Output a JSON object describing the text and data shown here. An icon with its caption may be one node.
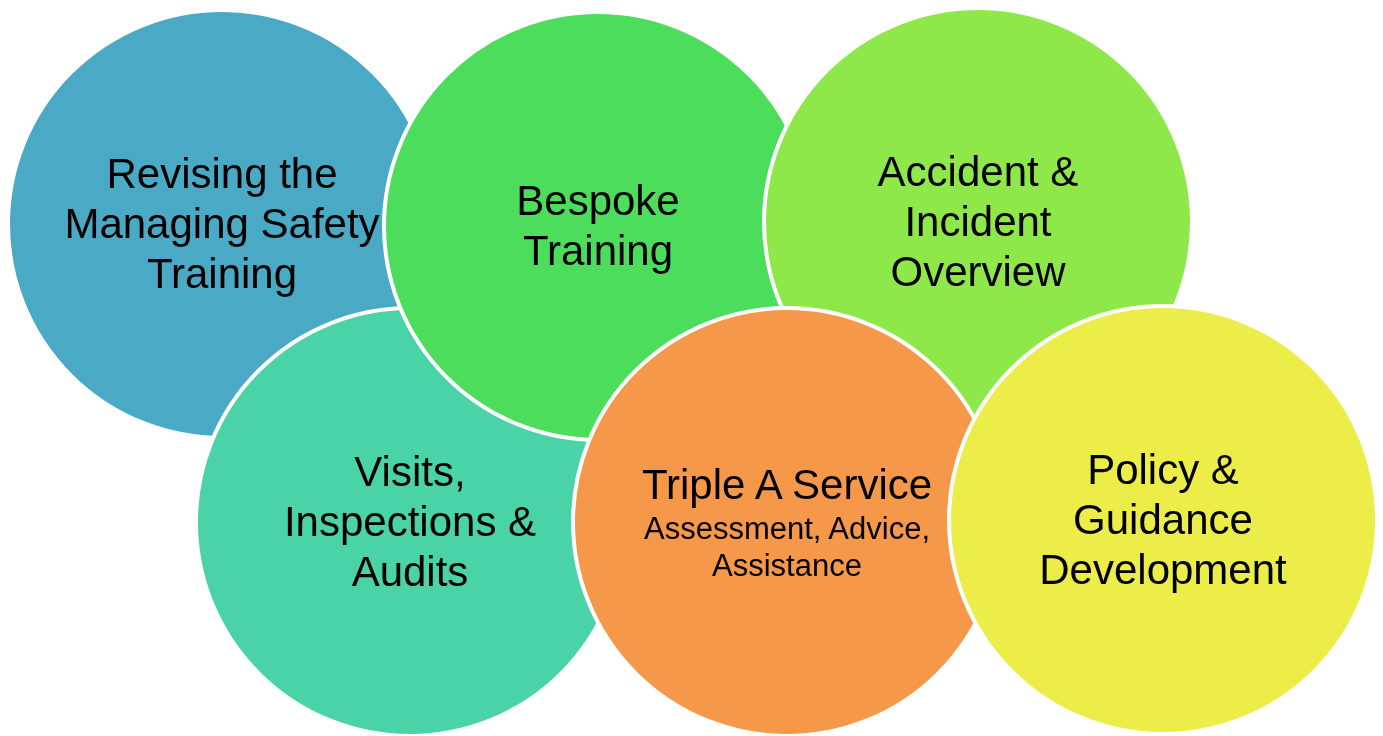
{
  "diagram": {
    "nodes": [
      {
        "text": [
          "Revising the Managing Safety Training"
        ]
      },
      {
        "text": [
          "Bespoke Training"
        ]
      },
      {
        "text": [
          "Accident & Incident Overview"
        ]
      },
      {
        "text": [
          "Visits, Inspections & Audits"
        ]
      },
      {
        "text": [
          "Triple A Service",
          "Assessment, Advice, Assistance"
        ]
      },
      {
        "text": [
          "Policy & Guidance Development"
        ]
      }
    ]
  }
}
